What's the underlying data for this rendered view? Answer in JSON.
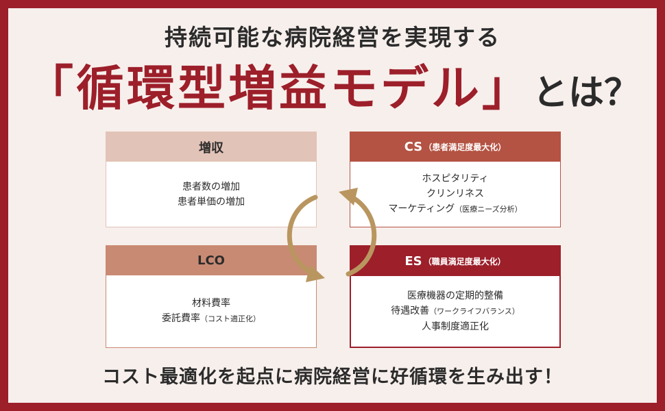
{
  "header": {
    "subtitle": "持続可能な病院経営を実現する",
    "title_main": "「循環型増益モデル」",
    "title_tail": "とは？"
  },
  "cards": {
    "revenue": {
      "title": "増収",
      "lines": [
        "患者数の増加",
        "患者単価の増加"
      ]
    },
    "cs": {
      "title": "CS",
      "title_note": "（患者満足度最大化）",
      "lines": [
        "ホスピタリティ",
        "クリンリネス",
        "マーケティング"
      ],
      "line3_note": "（医療ニーズ分析）"
    },
    "lco": {
      "title": "LCO",
      "lines": [
        "材料費率",
        "委託費率"
      ],
      "line2_note": "（コスト適正化）"
    },
    "es": {
      "title": "ES",
      "title_note": "（職員満足度最大化）",
      "lines": [
        "医療機器の定期的整備",
        "待遇改善",
        "人事制度適正化"
      ],
      "line2_note": "（ワークライフバランス）"
    }
  },
  "footer": {
    "text": "コスト最適化を起点に病院経営に好循環を生み出す！"
  },
  "colors": {
    "frame": "#9c1f2a",
    "background": "#f7efec",
    "revenue_header": "#e2c3b7",
    "cs_header": "#b45343",
    "lco_header": "#c98a73",
    "es_header": "#9c1f2a",
    "arrow": "#b99660"
  }
}
